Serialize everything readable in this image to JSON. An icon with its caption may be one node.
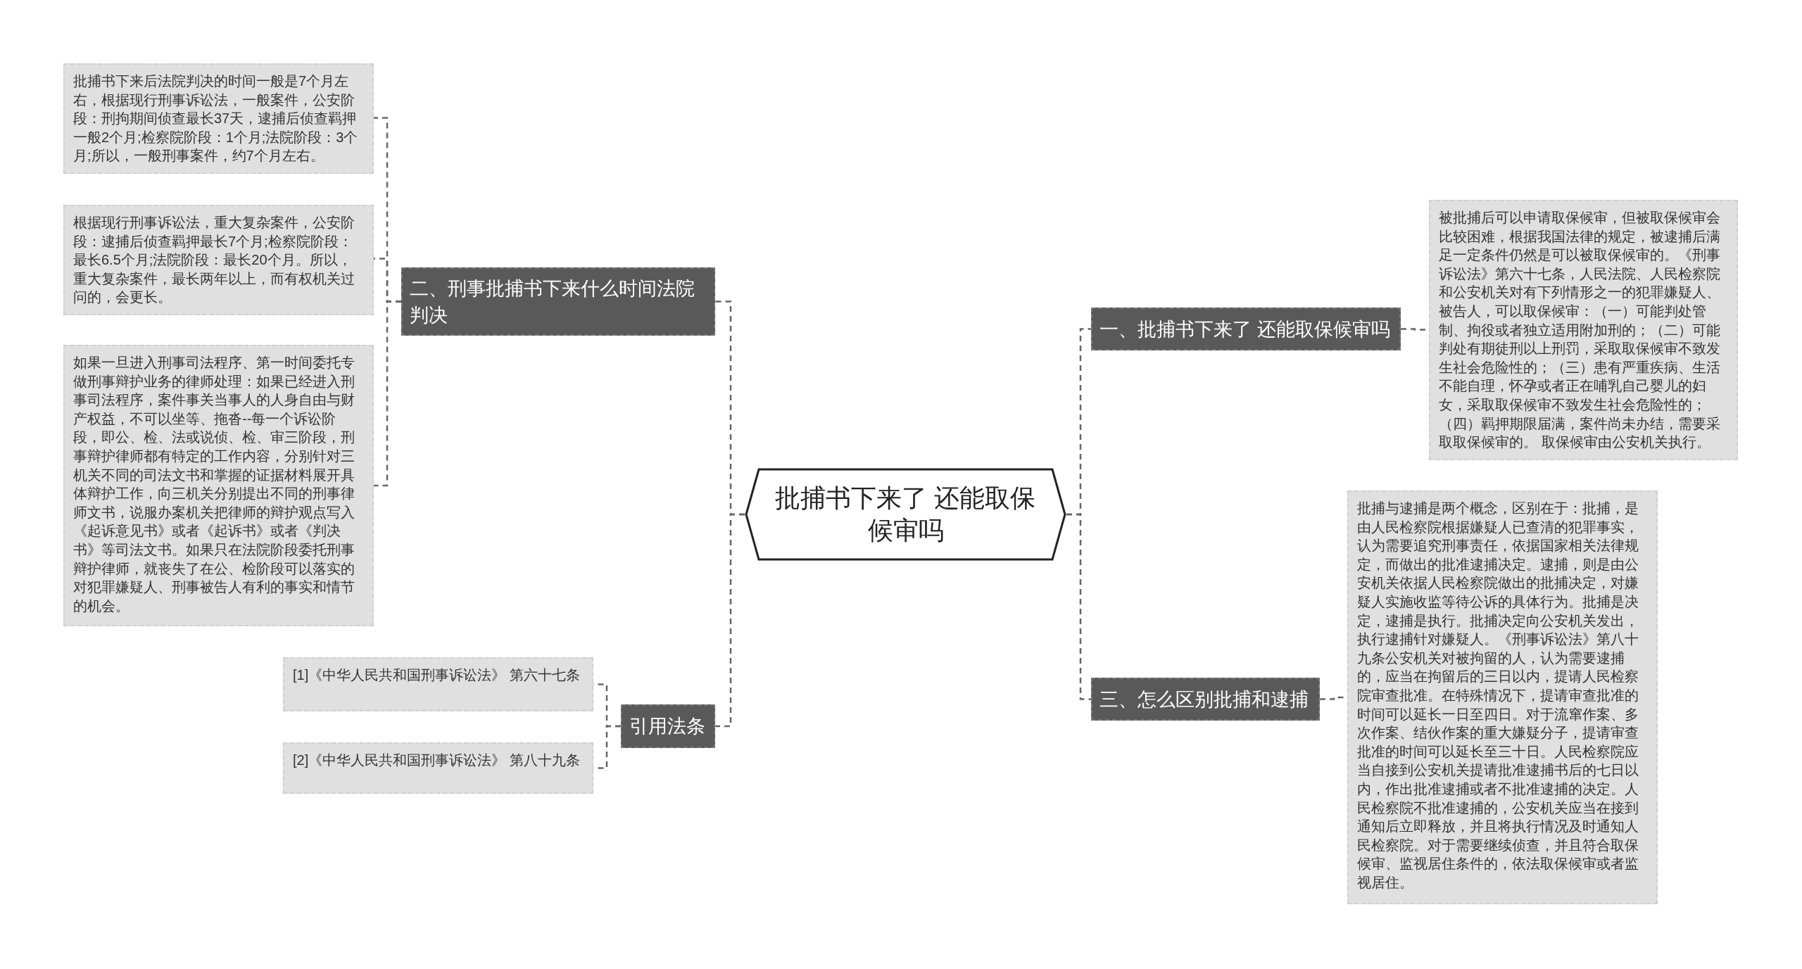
{
  "diagram": {
    "nodes": [
      {
        "text": [
          "批捕书下来了 还能取保候审吗"
        ]
      },
      {
        "text": [
          "二、刑事批捕书下来什么时间法院判决"
        ]
      },
      {
        "text": [
          "批捕书下来后法院判决的时间一般是7个月左右，根据现行刑事诉讼法，一般案件，公安阶段：刑拘期间侦查最长37天，逮捕后侦查羁押一般2个月;检察院阶段：1个月;法院阶段：3个月;所以，一般刑事案件，约7个月左右。"
        ]
      },
      {
        "text": [
          "根据现行刑事诉讼法，重大复杂案件，公安阶段：逮捕后侦查羁押最长7个月;检察院阶段：最长6.5个月;法院阶段：最长20个月。所以，重大复杂案件，最长两年以上，而有权机关过问的，会更长。"
        ]
      },
      {
        "text": [
          "如果一旦进入刑事司法程序、第一时间委托专做刑事辩护业务的律师处理：如果已经进入刑事司法程序，案件事关当事人的人身自由与财产权益，不可以坐等、拖沓--每一个诉讼阶段，即公、检、法或说侦、检、审三阶段，刑事辩护律师都有特定的工作内容，分别针对三机关不同的司法文书和掌握的证据材料展开具体辩护工作，向三机关分别提出不同的刑事律师文书，说服办案机关把律师的辩护观点写入《起诉意见书》或者《起诉书》或者《判决书》等司法文书。如果只在法院阶段委托刑事辩护律师，就丧失了在公、检阶段可以落实的对犯罪嫌疑人、刑事被告人有利的事实和情节的机会。"
        ]
      },
      {
        "text": [
          "引用法条"
        ]
      },
      {
        "text": [
          "[1]《中华人民共和国刑事诉讼法》 第六十七条"
        ]
      },
      {
        "text": [
          "[2]《中华人民共和国刑事诉讼法》 第八十九条"
        ]
      },
      {
        "text": [
          "一、批捕书下来了 还能取保候审吗"
        ]
      },
      {
        "text": [
          "被批捕后可以申请取保候审，但被取保候审会比较困难，根据我国法律的规定，被逮捕后满足一定条件仍然是可以被取保候审的。《刑事诉讼法》第六十七条，人民法院、人民检察院和公安机关对有下列情形之一的犯罪嫌疑人、被告人，可以取保候审：（一）可能判处管制、拘役或者独立适用附加刑的；（二）可能判处有期徒刑以上刑罚，采取取保候审不致发生社会危险性的；（三）患有严重疾病、生活不能自理，怀孕或者正在哺乳自己婴儿的妇女，采取取保候审不致发生社会危险性的；（四）羁押期限届满，案件尚未办结，需要采取取保候审的。 取保候审由公安机关执行。"
        ]
      },
      {
        "text": [
          "三、怎么区别批捕和逮捕"
        ]
      },
      {
        "text": [
          "批捕与逮捕是两个概念，区别在于：批捕，是由人民检察院根据嫌疑人已查清的犯罪事实，认为需要追究刑事责任，依据国家相关法律规定，而做出的批准逮捕决定。逮捕，则是由公安机关依据人民检察院做出的批捕决定，对嫌疑人实施收监等待公诉的具体行为。批捕是决定，逮捕是执行。批捕决定向公安机关发出，执行逮捕针对嫌疑人。《刑事诉讼法》第八十九条公安机关对被拘留的人，认为需要逮捕的，应当在拘留后的三日以内，提请人民检察院审查批准。在特殊情况下，提请审查批准的时间可以延长一日至四日。对于流窜作案、多次作案、结伙作案的重大嫌疑分子，提请审查批准的时间可以延长至三十日。人民检察院应当自接到公安机关提请批准逮捕书后的七日以内，作出批准逮捕或者不批准逮捕的决定。人民检察院不批准逮捕的，公安机关应当在接到通知后立即释放，并且将执行情况及时通知人民检察院。对于需要继续侦查，并且符合取保候审、监视居住条件的，依法取保候审或者监视居住。"
        ]
      }
    ],
    "edges": [
      {
        "from": 0,
        "to": 1,
        "arrow": "none",
        "style": "dashed"
      },
      {
        "from": 1,
        "to": 2,
        "arrow": "none",
        "style": "dashed"
      },
      {
        "from": 1,
        "to": 3,
        "arrow": "none",
        "style": "dashed"
      },
      {
        "from": 1,
        "to": 4,
        "arrow": "none",
        "style": "dashed"
      },
      {
        "from": 0,
        "to": 5,
        "arrow": "none",
        "style": "dashed"
      },
      {
        "from": 5,
        "to": 6,
        "arrow": "none",
        "style": "dashed"
      },
      {
        "from": 5,
        "to": 7,
        "arrow": "none",
        "style": "dashed"
      },
      {
        "from": 0,
        "to": 8,
        "arrow": "none",
        "style": "dashed"
      },
      {
        "from": 8,
        "to": 9,
        "arrow": "none",
        "style": "dashed"
      },
      {
        "from": 0,
        "to": 10,
        "arrow": "none",
        "style": "dashed"
      },
      {
        "from": 10,
        "to": 11,
        "arrow": "none",
        "style": "dashed"
      }
    ]
  }
}
